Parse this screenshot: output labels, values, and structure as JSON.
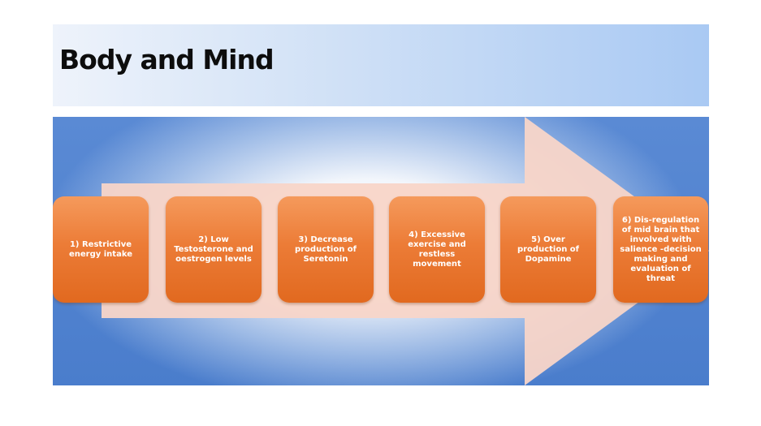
{
  "title": "Body and Mind",
  "colors": {
    "title_band": "#cfe0f6",
    "panel_background": "#4a7dcc",
    "arrow": "#f8d5c8",
    "step_box": "#ec7c37",
    "step_text": "#ffffff"
  },
  "steps": [
    {
      "label": "1) Restrictive\nenergy intake"
    },
    {
      "label": "2) Low\nTestosterone and\noestrogen levels"
    },
    {
      "label": "3) Decrease\nproduction of\nSeretonin"
    },
    {
      "label": "4) Excessive\nexercise and\nrestless\nmovement"
    },
    {
      "label": "5) Over\nproduction of\nDopamine"
    },
    {
      "label": "6) Dis-regulation\nof mid brain that\ninvolved with\nsalience -decision\nmaking and\nevaluation of\nthreat"
    }
  ]
}
